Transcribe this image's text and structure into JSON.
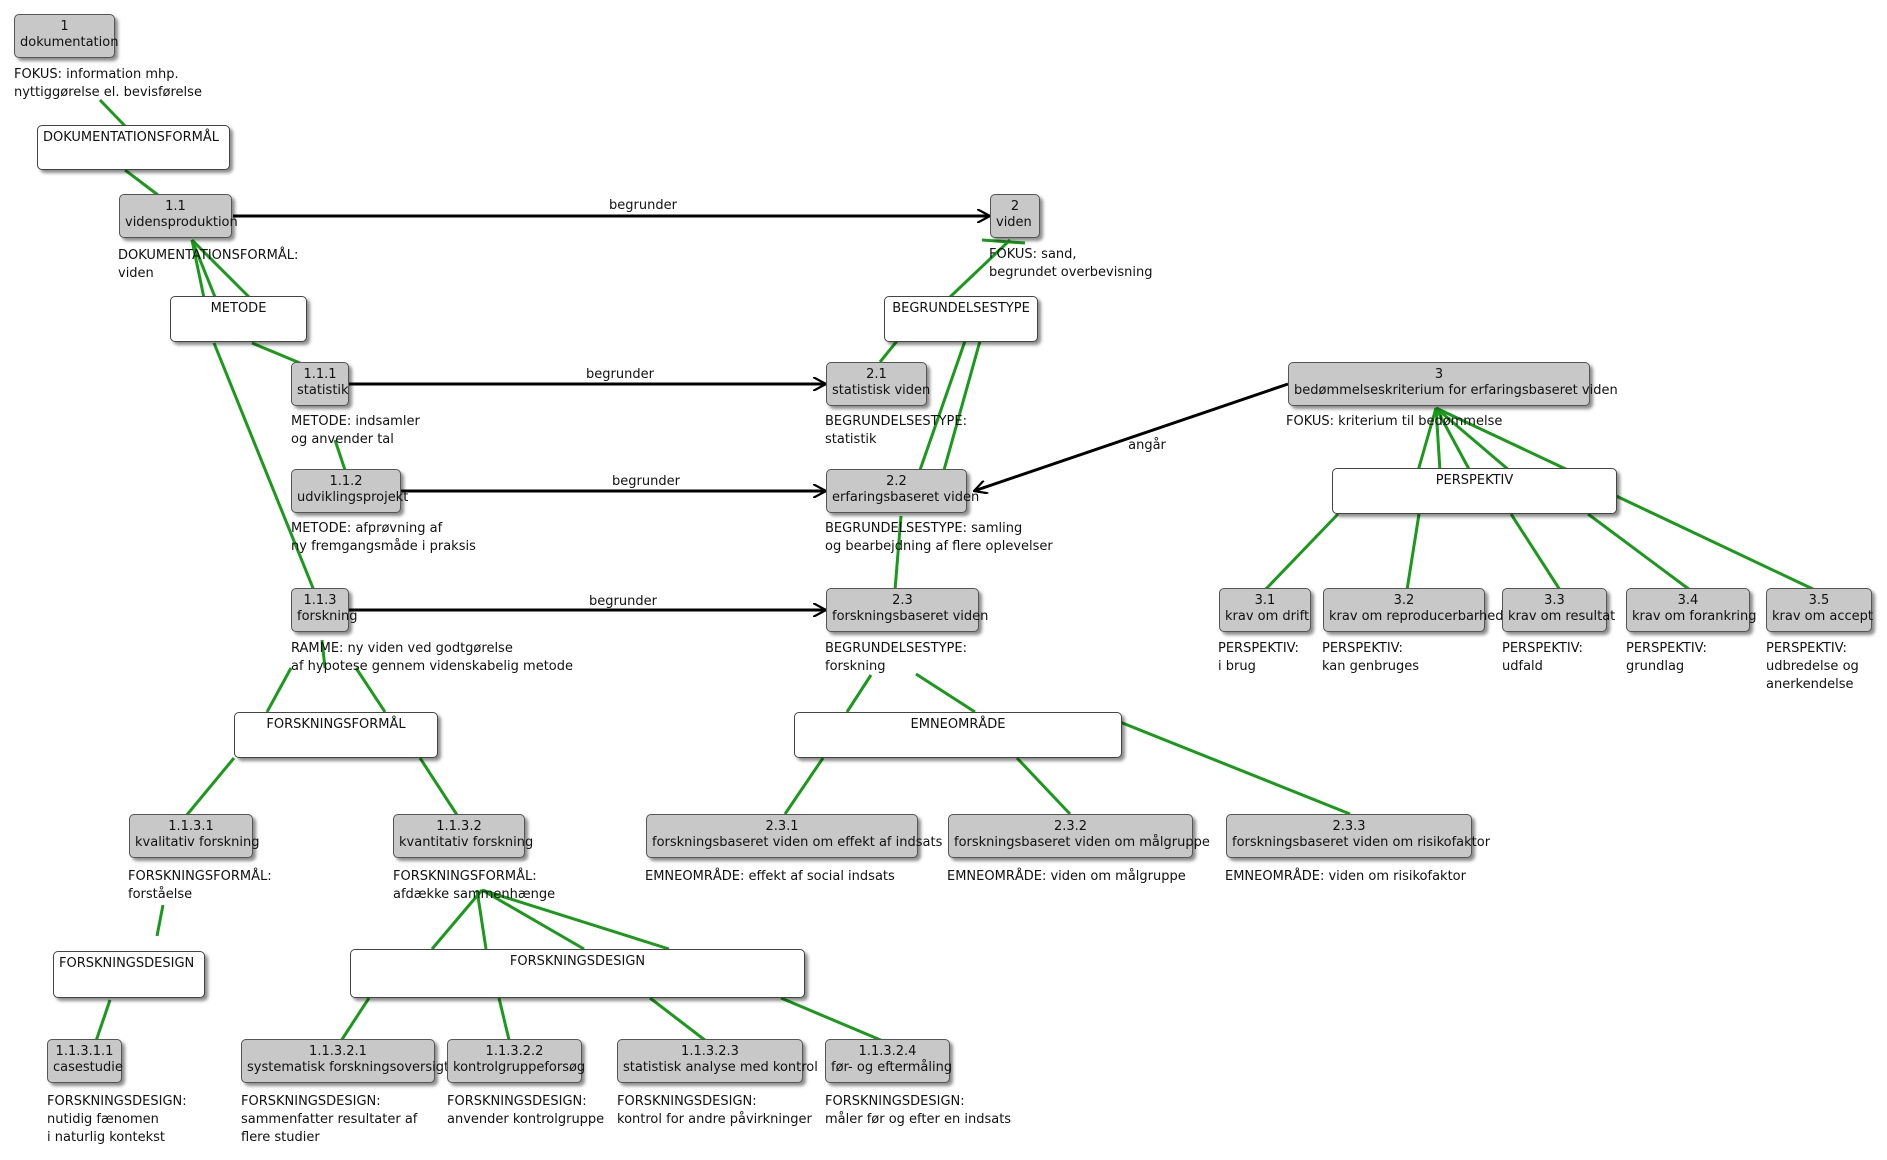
{
  "colors": {
    "green_link": "#1a9a1a",
    "arrow": "#000000",
    "node_fill": "#c8c8c8",
    "header_fill": "#ffffff"
  },
  "nodes": {
    "n1": {
      "num": "1",
      "label": "dokumentation"
    },
    "n1_1": {
      "num": "1.1",
      "label": "vidensproduktion"
    },
    "n2": {
      "num": "2",
      "label": "viden"
    },
    "n1_1_1": {
      "num": "1.1.1",
      "label": "statistik"
    },
    "n2_1": {
      "num": "2.1",
      "label": "statistisk viden"
    },
    "n3": {
      "num": "3",
      "label": "bedømmelseskriterium for erfaringsbaseret viden"
    },
    "n1_1_2": {
      "num": "1.1.2",
      "label": "udviklingsprojekt"
    },
    "n2_2": {
      "num": "2.2",
      "label": "erfaringsbaseret viden"
    },
    "n1_1_3": {
      "num": "1.1.3",
      "label": "forskning"
    },
    "n2_3": {
      "num": "2.3",
      "label": "forskningsbaseret viden"
    },
    "n3_1": {
      "num": "3.1",
      "label": "krav om drift"
    },
    "n3_2": {
      "num": "3.2",
      "label": "krav om reproducerbarhed"
    },
    "n3_3": {
      "num": "3.3",
      "label": "krav om resultat"
    },
    "n3_4": {
      "num": "3.4",
      "label": "krav om forankring"
    },
    "n3_5": {
      "num": "3.5",
      "label": "krav om accept"
    },
    "n1_1_3_1": {
      "num": "1.1.3.1",
      "label": "kvalitativ forskning"
    },
    "n1_1_3_2": {
      "num": "1.1.3.2",
      "label": "kvantitativ forskning"
    },
    "n2_3_1": {
      "num": "2.3.1",
      "label": "forskningsbaseret viden om effekt af indsats"
    },
    "n2_3_2": {
      "num": "2.3.2",
      "label": "forskningsbaseret viden om målgruppe"
    },
    "n2_3_3": {
      "num": "2.3.3",
      "label": "forskningsbaseret viden om risikofaktor"
    },
    "n1_1_3_1_1": {
      "num": "1.1.3.1.1",
      "label": "casestudie"
    },
    "n1_1_3_2_1": {
      "num": "1.1.3.2.1",
      "label": "systematisk forskningsoversigt"
    },
    "n1_1_3_2_2": {
      "num": "1.1.3.2.2",
      "label": "kontrolgruppeforsøg"
    },
    "n1_1_3_2_3": {
      "num": "1.1.3.2.3",
      "label": "statistisk analyse med kontrol"
    },
    "n1_1_3_2_4": {
      "num": "1.1.3.2.4",
      "label": "før- og eftermåling"
    }
  },
  "headers": {
    "h_dok": "DOKUMENTATIONSFORMÅL",
    "h_metode": "METODE",
    "h_begr": "BEGRUNDELSESTYPE",
    "h_persp": "PERSPEKTIV",
    "h_forskformal": "FORSKNINGSFORMÅL",
    "h_emne": "EMNEOMRÅDE",
    "h_design1": "FORSKNINGSDESIGN",
    "h_design2": "FORSKNINGSDESIGN"
  },
  "notes": {
    "t1": [
      "FOKUS: information mhp.",
      "nyttiggørelse el. bevisførelse"
    ],
    "t1_1": [
      "DOKUMENTATIONSFORMÅL:",
      "viden"
    ],
    "t2": [
      "FOKUS: sand,",
      "begrundet overbevisning"
    ],
    "t1_1_1": [
      "METODE: indsamler",
      "og anvender tal"
    ],
    "t2_1": [
      "BEGRUNDELSESTYPE:",
      "statistik"
    ],
    "t3": [
      "FOKUS: kriterium til bedømmelse"
    ],
    "t1_1_2": [
      "METODE: afprøvning af",
      "ny fremgangsmåde i praksis"
    ],
    "t2_2": [
      "BEGRUNDELSESTYPE: samling",
      "og bearbejdning af flere oplevelser"
    ],
    "t1_1_3": [
      "RAMME: ny viden ved godtgørelse",
      "af hypotese gennem videnskabelig metode"
    ],
    "t2_3": [
      "BEGRUNDELSESTYPE:",
      "forskning"
    ],
    "t3_1": [
      "PERSPEKTIV:",
      "i brug"
    ],
    "t3_2": [
      "PERSPEKTIV:",
      "kan genbruges"
    ],
    "t3_3": [
      "PERSPEKTIV:",
      "udfald"
    ],
    "t3_4": [
      "PERSPEKTIV:",
      "grundlag"
    ],
    "t3_5": [
      "PERSPEKTIV:",
      "udbredelse og",
      "anerkendelse"
    ],
    "t1_1_3_1": [
      "FORSKNINGSFORMÅL:",
      "forståelse"
    ],
    "t1_1_3_2": [
      "FORSKNINGSFORMÅL:",
      "afdække sammenhænge"
    ],
    "t2_3_1": [
      "EMNEOMRÅDE: effekt af social indsats"
    ],
    "t2_3_2": [
      "EMNEOMRÅDE: viden om målgruppe"
    ],
    "t2_3_3": [
      "EMNEOMRÅDE: viden om risikofaktor"
    ],
    "t1_1_3_1_1": [
      "FORSKNINGSDESIGN:",
      "nutidig fænomen",
      "i naturlig kontekst"
    ],
    "t1_1_3_2_1": [
      "FORSKNINGSDESIGN:",
      "sammenfatter resultater af",
      "flere studier"
    ],
    "t1_1_3_2_2": [
      "FORSKNINGSDESIGN:",
      "anvender kontrolgruppe"
    ],
    "t1_1_3_2_3": [
      "FORSKNINGSDESIGN:",
      "kontrol for andre påvirkninger"
    ],
    "t1_1_3_2_4": [
      "FORSKNINGSDESIGN:",
      "måler før og efter en indsats"
    ]
  },
  "edge_labels": {
    "e_1_1_to_2": "begrunder",
    "e_1_1_1_to_2_1": "begrunder",
    "e_1_1_2_to_2_2": "begrunder",
    "e_1_1_3_to_2_3": "begrunder",
    "e_3_to_2_2": "angår"
  }
}
